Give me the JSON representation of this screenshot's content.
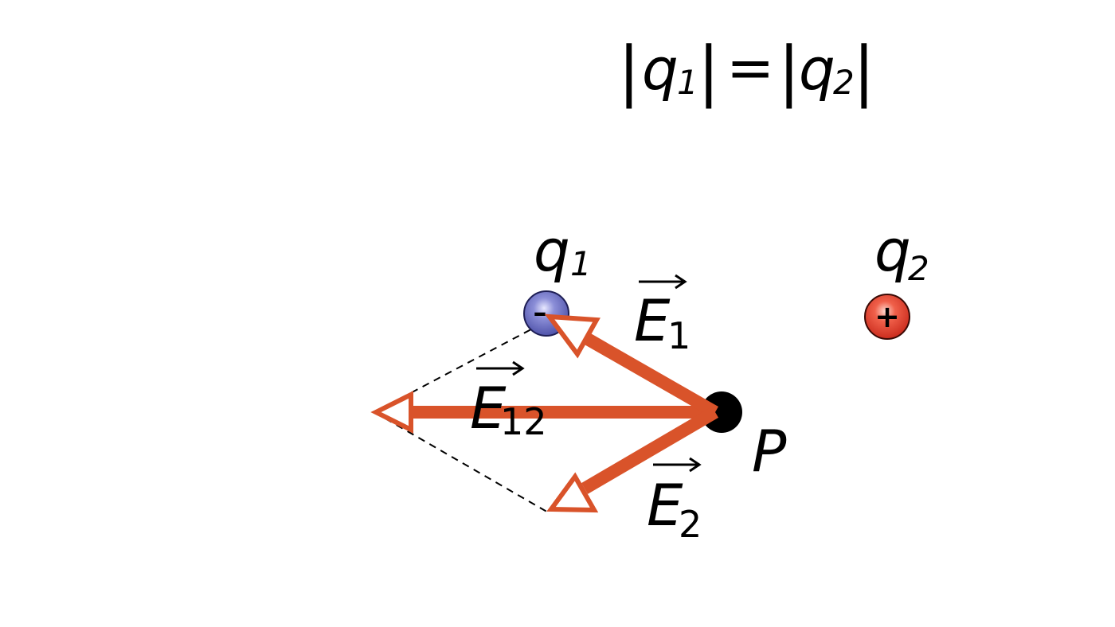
{
  "equation": {
    "bar": "|",
    "q1_letter": "q",
    "q1_sub": "1",
    "equals": "=",
    "q2_letter": "q",
    "q2_sub": "2"
  },
  "charges": {
    "q1": {
      "letter": "q",
      "sub": "1",
      "sign": "–",
      "color": "#5558b0"
    },
    "q2": {
      "letter": "q",
      "sub": "2",
      "sign": "+",
      "color": "#e03a2a"
    }
  },
  "point": {
    "label": "P",
    "color": "#000000"
  },
  "vectors": {
    "color": "#d9532a",
    "E1": {
      "letter": "E",
      "sub": "1"
    },
    "E2": {
      "letter": "E",
      "sub": "2"
    },
    "E12": {
      "letter": "E",
      "sub": "12"
    }
  }
}
